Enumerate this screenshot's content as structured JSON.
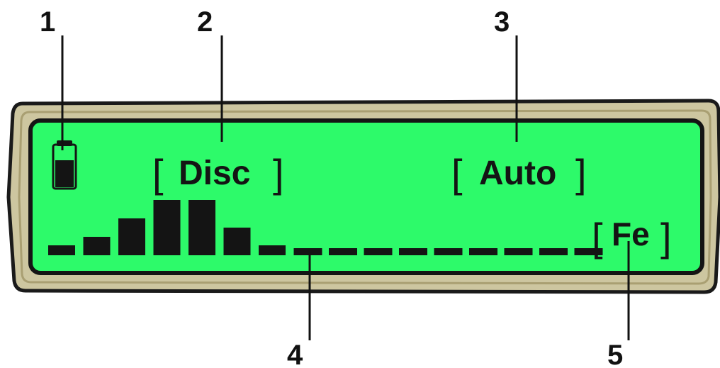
{
  "colors": {
    "bezel": "#cdc6a0",
    "bezel_edge": "#1a1a1a",
    "lcd": "#2dfa6a",
    "ink": "#141414"
  },
  "callouts": {
    "one": "1",
    "two": "2",
    "three": "3",
    "four": "4",
    "five": "5"
  },
  "display": {
    "mode_label": "Disc",
    "sensitivity_label": "Auto",
    "target_id_label": "Fe",
    "battery_icon": "battery-icon",
    "bargraph": {
      "levels": [
        1,
        2,
        4,
        6,
        6,
        3,
        1,
        0,
        0,
        0,
        0,
        0,
        0,
        0,
        0,
        0
      ],
      "max_level": 6
    }
  }
}
